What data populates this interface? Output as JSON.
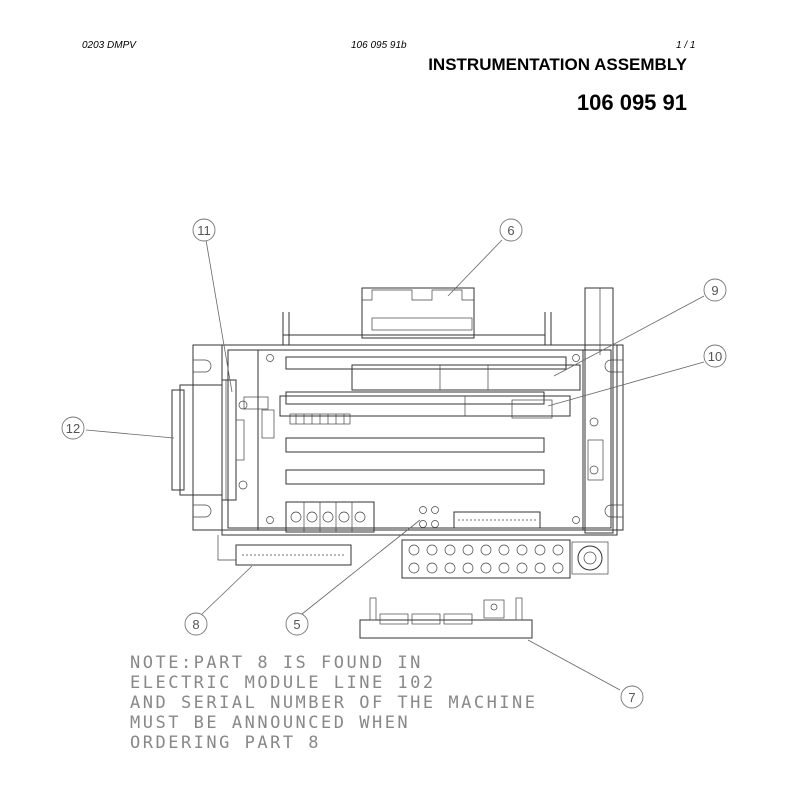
{
  "header": {
    "doc_code": "0203 DMPV",
    "drawing_ref": "106 095 91b",
    "page": "1 /  1",
    "title": "INSTRUMENTATION ASSEMBLY",
    "part_number": "106 095 91"
  },
  "callouts": [
    "11",
    "6",
    "9",
    "10",
    "12",
    "8",
    "5",
    "7"
  ],
  "note": {
    "lines": [
      "NOTE:PART 8 IS FOUND IN",
      "ELECTRIC MODULE LINE 102",
      "AND SERIAL NUMBER OF THE MACHINE",
      "MUST BE ANNOUNCED WHEN",
      "ORDERING PART 8"
    ]
  }
}
